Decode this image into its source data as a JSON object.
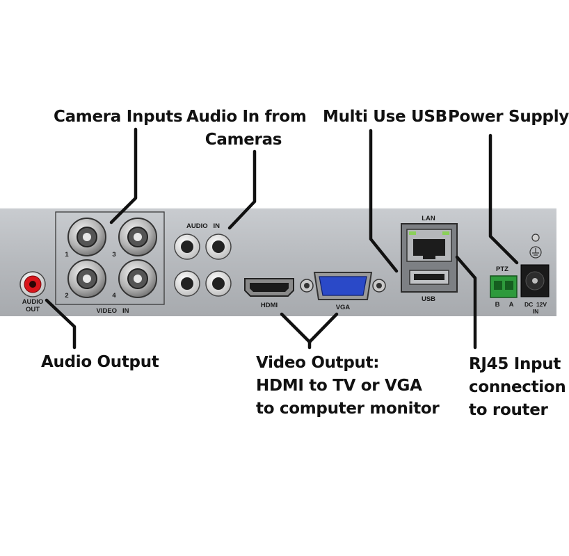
{
  "callouts": {
    "camera_inputs": "Camera Inputs",
    "audio_in_from_cameras": [
      "Audio In from",
      "Cameras"
    ],
    "multi_use_usb": "Multi Use USB",
    "power_supply": "Power Supply",
    "audio_output": "Audio Output",
    "video_output": [
      "Video Output:",
      "HDMI to TV or VGA",
      "to computer monitor"
    ],
    "rj45_input": [
      "RJ45 Input",
      "connection",
      "to router"
    ]
  },
  "panel_labels": {
    "audio_out": [
      "AUDIO",
      "OUT"
    ],
    "video_in": "VIDEO   IN",
    "channel_numbers": [
      "1",
      "3",
      "2",
      "4"
    ],
    "audio_in": "AUDIO   IN",
    "hdmi": "HDMI",
    "vga": "VGA",
    "lan": "LAN",
    "usb": "USB",
    "ptz": "PTZ",
    "ptz_terminals": [
      "B",
      "A"
    ],
    "dc_power": [
      "DC  12V",
      "IN"
    ]
  },
  "colors": {
    "panel": "#b9bcc0",
    "callout_line": "#111111",
    "rca_red": "#d8151b",
    "vga_blue": "#2a49c8",
    "terminal_green": "#2e9a3c",
    "led_green": "#8bd05a"
  }
}
